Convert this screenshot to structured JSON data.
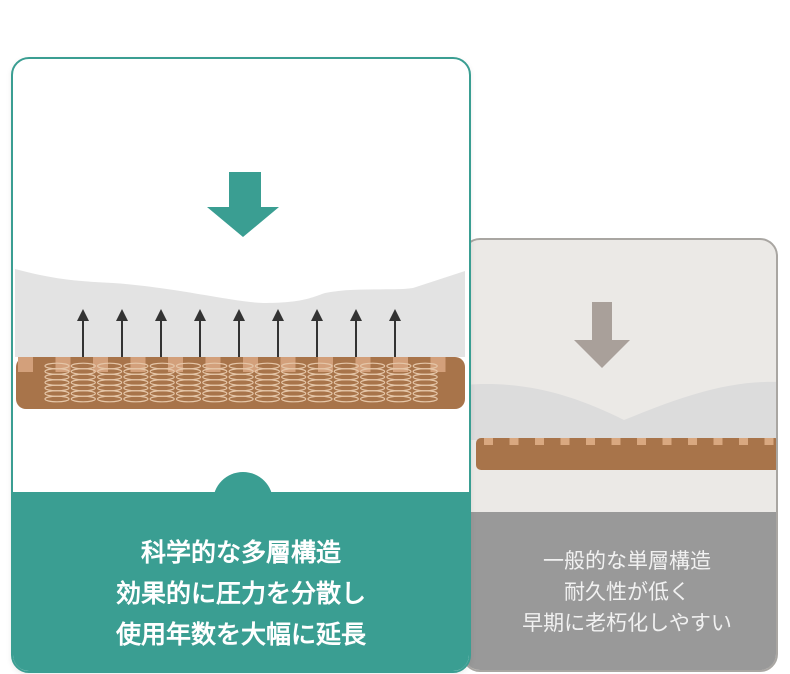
{
  "left_card": {
    "caption_lines": [
      "科学的な多層構造",
      "効果的に圧力を分散し",
      "使用年数を大幅に延長"
    ],
    "accent_color": "#3a9e92"
  },
  "right_card": {
    "caption_lines": [
      "一般的な単層構造",
      "耐久性が低く",
      "早期に老朽化しやすい"
    ],
    "accent_color": "#999999"
  },
  "icons": [
    "down-arrow-icon",
    "up-arrow-icon",
    "spring-icon"
  ]
}
